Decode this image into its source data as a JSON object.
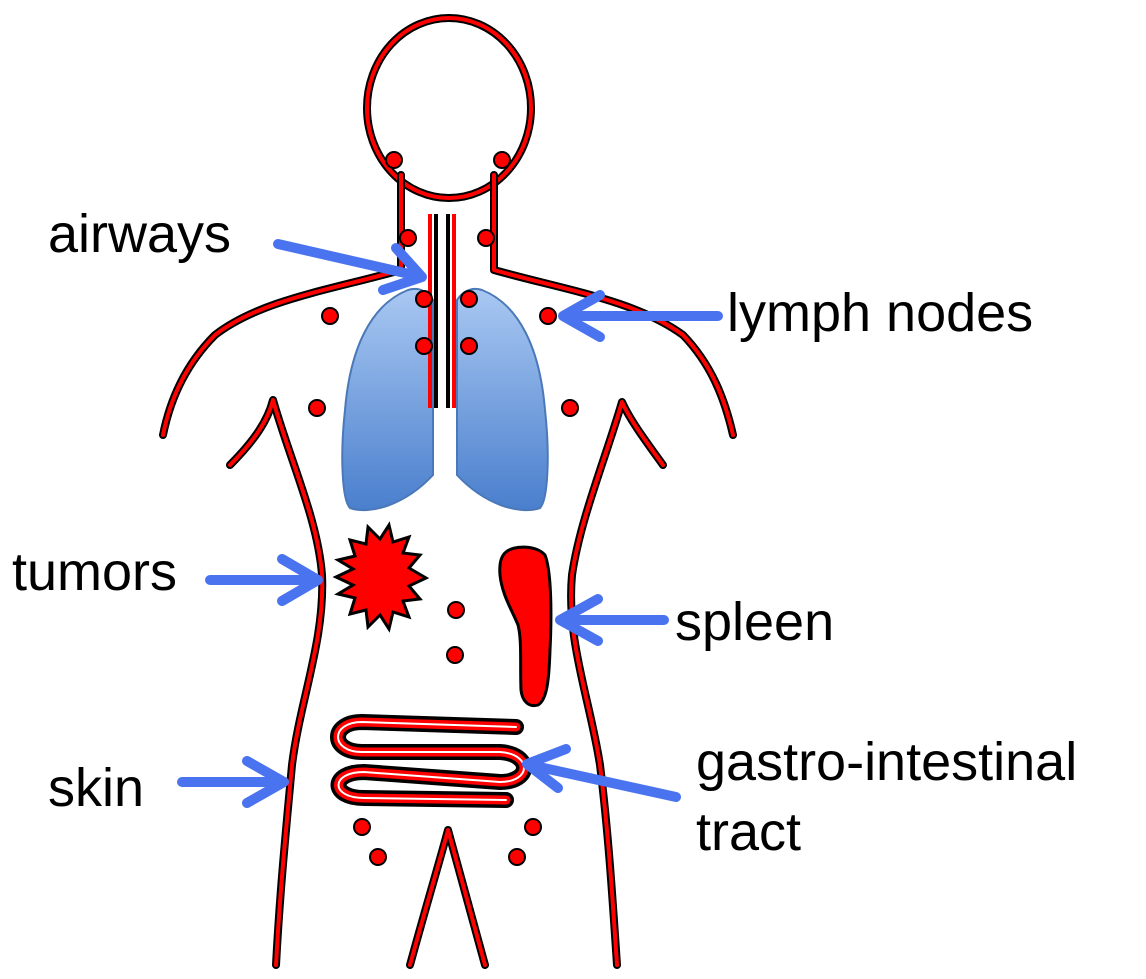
{
  "labels": {
    "airways": "airways",
    "lymph_nodes": "lymph nodes",
    "tumors": "tumors",
    "spleen": "spleen",
    "skin": "skin",
    "gi_line1": "gastro-intestinal",
    "gi_line2": "tract"
  },
  "colors": {
    "outline_red": "#ff0000",
    "outline_black": "#000000",
    "arrow_blue": "#4a73f0",
    "lung_top": "#a9c8f2",
    "lung_bottom": "#4a7fcd",
    "lung_stroke": "#4a78b8"
  }
}
